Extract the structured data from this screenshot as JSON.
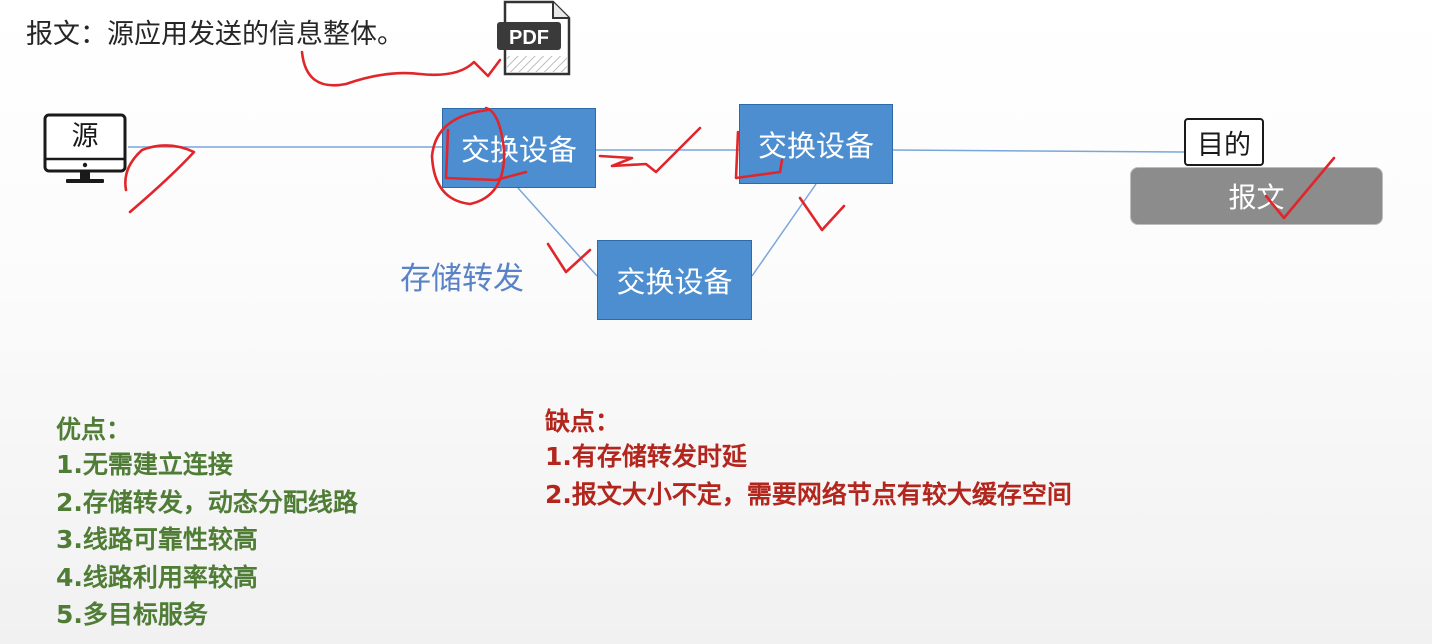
{
  "definition": "报文：源应用发送的信息整体。",
  "pdf_icon": {
    "label": "PDF"
  },
  "nodes": {
    "source": "源",
    "switch_1": "交换设备",
    "switch_2": "交换设备",
    "switch_3": "交换设备",
    "destination": "目的",
    "message": "报文"
  },
  "store_and_forward_label": "存储转发",
  "pros": {
    "title": "优点：",
    "items": [
      "1.无需建立连接",
      "2.存储转发，动态分配线路",
      "3.线路可靠性较高",
      "4.线路利用率较高",
      "5.多目标服务"
    ]
  },
  "cons": {
    "title": "缺点：",
    "items": [
      "1.有存储转发时延",
      "2.报文大小不定，需要网络节点有较大缓存空间"
    ]
  },
  "colors": {
    "switch_fill": "#4d8ed0",
    "link_line": "#7aa7db",
    "pros_text": "#4f7d36",
    "cons_text": "#b3261e",
    "ink_annotation": "#e0262b"
  }
}
